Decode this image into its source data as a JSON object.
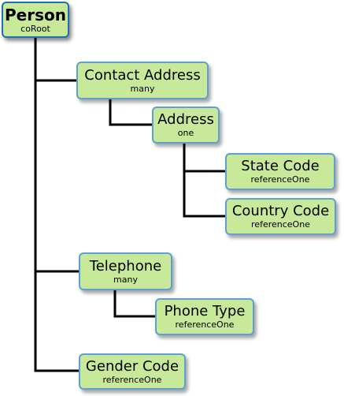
{
  "colors": {
    "node_fill": "#c8e89a",
    "node_border": "#5da0d6",
    "root_border": "#1f6fb5",
    "connector": "#000000"
  },
  "nodes": {
    "person": {
      "name": "Person",
      "kind": "coRoot"
    },
    "contact_address": {
      "name": "Contact Address",
      "kind": "many"
    },
    "address": {
      "name": "Address",
      "kind": "one"
    },
    "state_code": {
      "name": "State Code",
      "kind": "referenceOne"
    },
    "country_code": {
      "name": "Country Code",
      "kind": "referenceOne"
    },
    "telephone": {
      "name": "Telephone",
      "kind": "many"
    },
    "phone_type": {
      "name": "Phone Type",
      "kind": "referenceOne"
    },
    "gender_code": {
      "name": "Gender Code",
      "kind": "referenceOne"
    }
  }
}
